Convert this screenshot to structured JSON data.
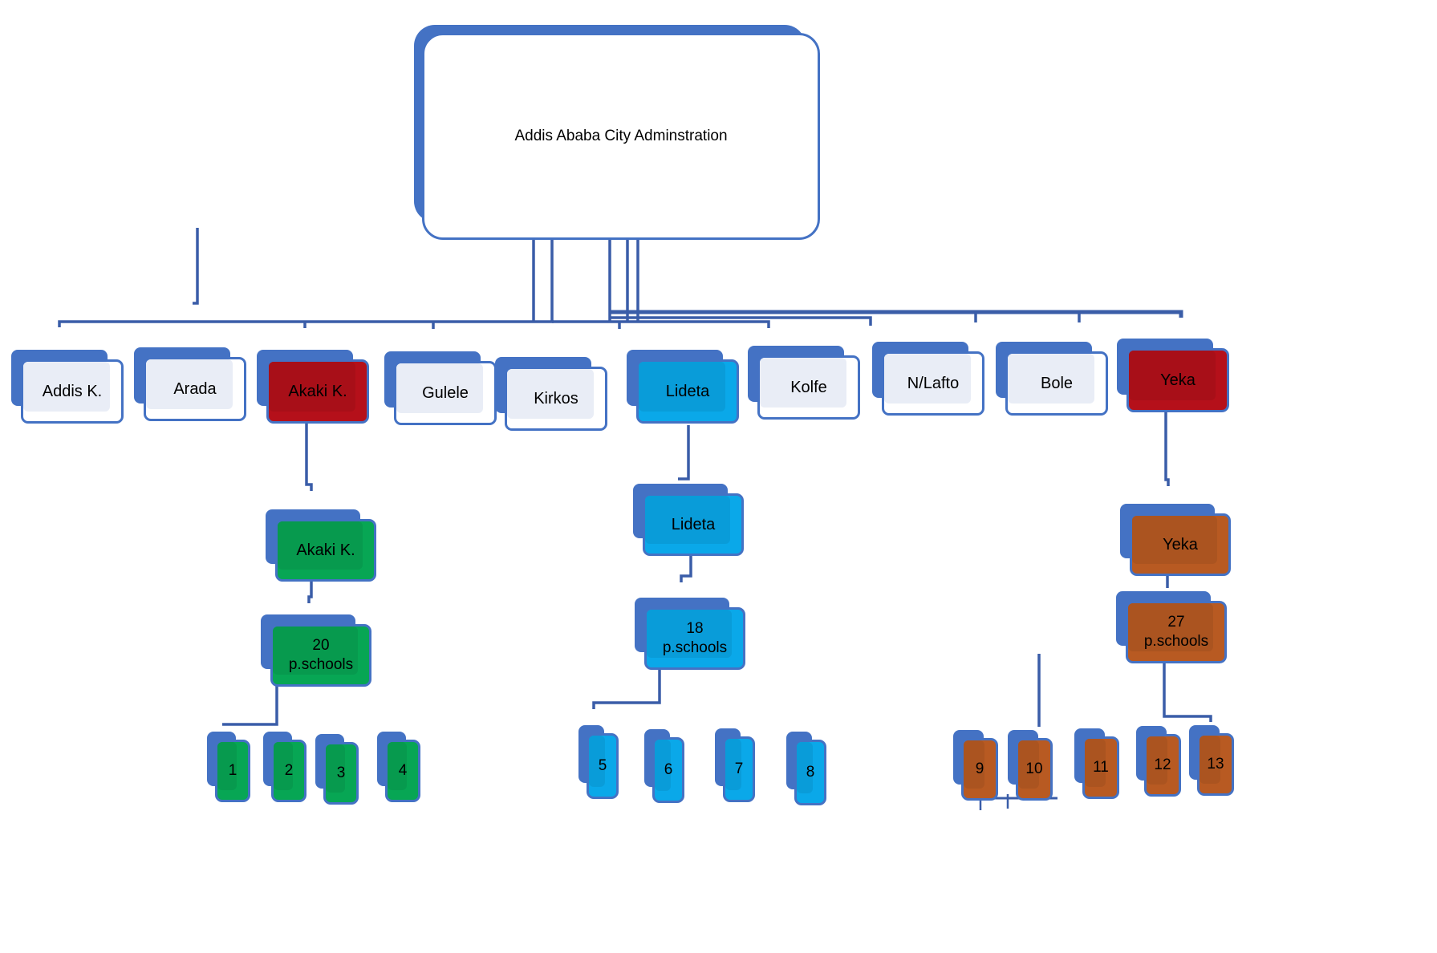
{
  "diagram": {
    "root": {
      "label": "Addis Ababa City Adminstration"
    },
    "colors": {
      "outline": "#4472C4",
      "connector": "#3A5DA8",
      "neutral_fill": "#E9EDF6",
      "red_fill": "#B5101A",
      "green_fill": "#07A654",
      "blue_fill": "#0AA8E9",
      "orange_fill": "#B85A22"
    },
    "subcities": [
      {
        "label": "Addis K.",
        "fill": "neutral"
      },
      {
        "label": "Arada",
        "fill": "neutral"
      },
      {
        "label": "Akaki K.",
        "fill": "red"
      },
      {
        "label": "Gulele",
        "fill": "neutral"
      },
      {
        "label": "Kirkos",
        "fill": "neutral"
      },
      {
        "label": "Lideta",
        "fill": "blue"
      },
      {
        "label": "Kolfe",
        "fill": "neutral"
      },
      {
        "label": "N/Lafto",
        "fill": "neutral"
      },
      {
        "label": "Bole",
        "fill": "neutral"
      },
      {
        "label": "Yeka",
        "fill": "red"
      }
    ],
    "branches": [
      {
        "parent": "Akaki K.",
        "woreda": {
          "label": "Akaki K.",
          "fill": "green"
        },
        "schools": {
          "label": "20\np.schools",
          "fill": "green"
        },
        "leaves": [
          "1",
          "2",
          "3",
          "4"
        ]
      },
      {
        "parent": "Lideta",
        "woreda": {
          "label": "Lideta",
          "fill": "blue"
        },
        "schools": {
          "label": "18\np.schools",
          "fill": "blue"
        },
        "leaves": [
          "5",
          "6",
          "7",
          "8"
        ]
      },
      {
        "parent": "Yeka",
        "woreda": {
          "label": "Yeka",
          "fill": "orange"
        },
        "schools": {
          "label": "27\np.schools",
          "fill": "orange"
        },
        "leaves": [
          "9",
          "10",
          "11",
          "12",
          "13"
        ]
      }
    ]
  }
}
